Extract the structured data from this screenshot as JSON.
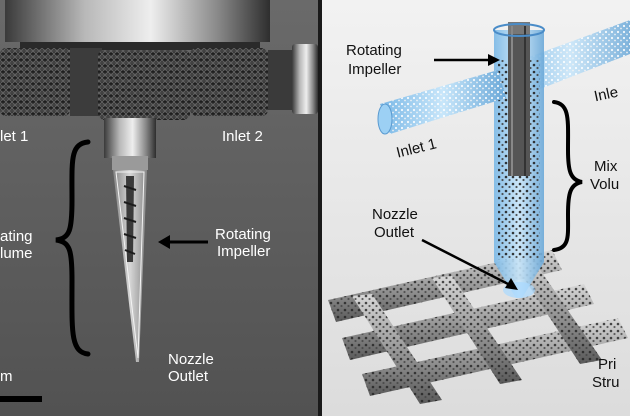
{
  "left_panel": {
    "labels": {
      "inlet1": "let 1",
      "inlet2": "Inlet 2",
      "mixing_line1": "ating",
      "mixing_line2": "lume",
      "impeller_line1": "Rotating",
      "impeller_line2": "Impeller",
      "nozzle_line1": "Nozzle",
      "nozzle_line2": "Outlet",
      "scale": "m"
    },
    "colors": {
      "background": "#5c5c5c",
      "text": "#ffffff"
    }
  },
  "right_panel": {
    "labels": {
      "impeller_line1": "Rotating",
      "impeller_line2": "Impeller",
      "inlet1": "Inlet 1",
      "inlet2": "Inle",
      "mixing_line1": "Mix",
      "mixing_line2": "Volu",
      "nozzle_line1": "Nozzle",
      "nozzle_line2": "Outlet",
      "printed_line1": "Pri",
      "printed_line2": "Stru"
    },
    "colors": {
      "background": "#ececec",
      "tube": "#8cc8f0",
      "text": "#111111"
    }
  }
}
